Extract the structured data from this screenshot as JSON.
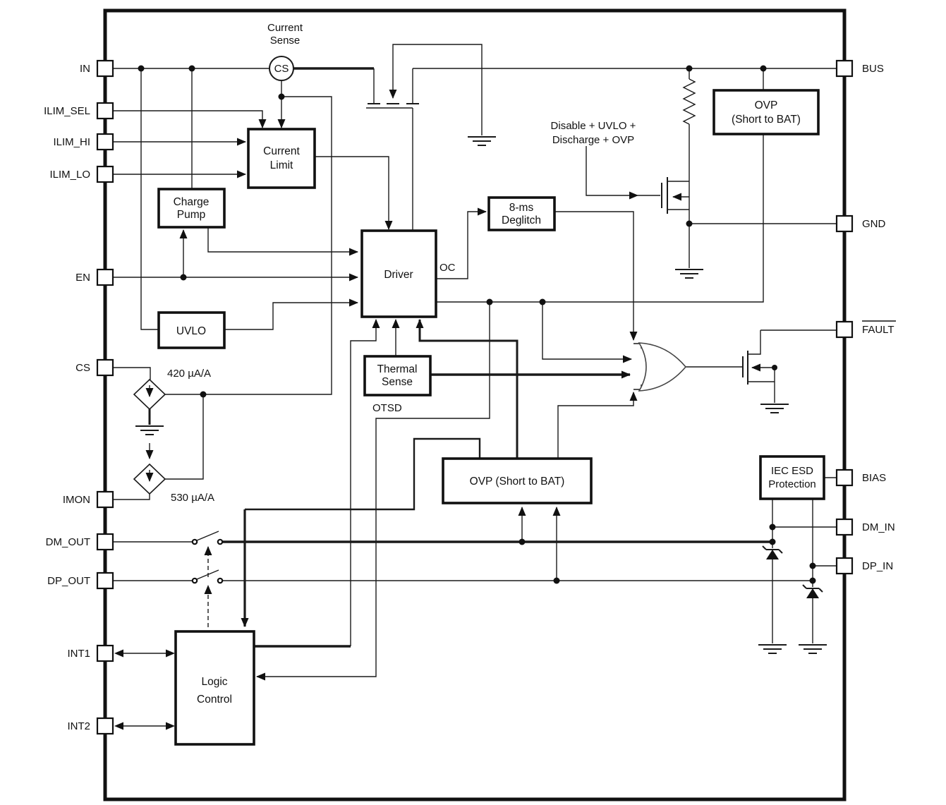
{
  "fig": {
    "pins_left": [
      {
        "label": "IN"
      },
      {
        "label": "ILIM_SEL"
      },
      {
        "label": "ILIM_HI"
      },
      {
        "label": "ILIM_LO"
      },
      {
        "label": "EN"
      },
      {
        "label": "CS"
      },
      {
        "label": "IMON"
      },
      {
        "label": "DM_OUT"
      },
      {
        "label": "DP_OUT"
      },
      {
        "label": "INT1"
      },
      {
        "label": "INT2"
      }
    ],
    "pins_right": [
      {
        "label": "BUS"
      },
      {
        "label": "GND"
      },
      {
        "label": "FAULT"
      },
      {
        "label": "BIAS"
      },
      {
        "label": "DM_IN"
      },
      {
        "label": "DP_IN"
      }
    ],
    "blocks": {
      "current_sense": {
        "line1": "Current",
        "line2": "Sense",
        "symbol": "CS"
      },
      "current_limit": {
        "line1": "Current",
        "line2": "Limit"
      },
      "charge_pump": {
        "line1": "Charge",
        "line2": "Pump"
      },
      "uvlo": {
        "label": "UVLO"
      },
      "driver": {
        "label": "Driver"
      },
      "deglitch": {
        "line1": "8-ms",
        "line2": "Deglitch"
      },
      "thermal_sense": {
        "line1": "Thermal",
        "line2": "Sense"
      },
      "ovp_top": {
        "line1": "OVP",
        "line2": "(Short to BAT)"
      },
      "ovp_mid": {
        "label": "OVP (Short to BAT)"
      },
      "iec_esd": {
        "line1": "IEC ESD",
        "line2": "Protection"
      },
      "logic_control": {
        "line1": "Logic",
        "line2": "Control"
      }
    },
    "annotations": {
      "oc": "OC",
      "otsd": "OTSD",
      "gain_cs": "420 µA/A",
      "gain_imon": "530 µA/A",
      "fet_gate_l1": "Disable + UVLO +",
      "fet_gate_l2": "Discharge + OVP"
    },
    "colors": {
      "line": "#1a1a1a",
      "background": "#ffffff"
    }
  }
}
